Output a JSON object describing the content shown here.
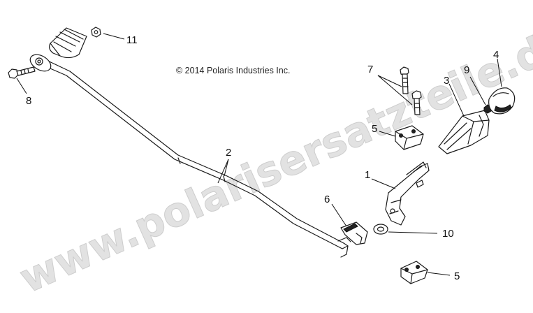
{
  "copyright": "© 2014 Polaris Industries Inc.",
  "watermark": "www.polarisersatzteile.de",
  "callouts": {
    "c1": "1",
    "c2": "2",
    "c3": "3",
    "c4": "4",
    "c5a": "5",
    "c5b": "5",
    "c6": "6",
    "c7": "7",
    "c8": "8",
    "c9": "9",
    "c10": "10",
    "c11": "11"
  }
}
